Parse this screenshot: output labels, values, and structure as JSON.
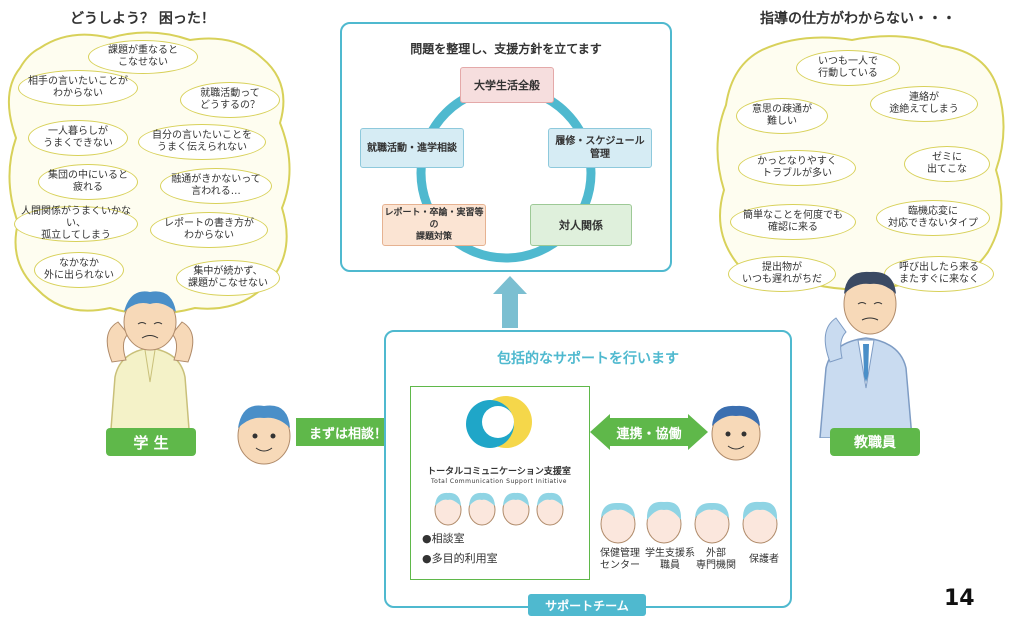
{
  "student_panel": {
    "heading": "どうしよう？ 困った！",
    "bubbles": [
      "課題が重なると\nこなせない",
      "相手の言いたいことが\nわからない",
      "就職活動って\nどうするの？",
      "一人暮らしが\nうまくできない",
      "自分の言いたいことを\nうまく伝えられない",
      "集団の中にいると\n疲れる",
      "融通がきかないって\n言われる…",
      "人間関係がうまくいかない、\n孤立してしまう",
      "レポートの書き方が\nわからない",
      "なかなか\n外に出られない",
      "集中が続かず、\n課題がこなせない"
    ],
    "label": "学 生"
  },
  "staff_panel": {
    "heading": "指導の仕方がわからない・・・",
    "bubbles": [
      "いつも一人で\n行動している",
      "意思の疎通が\n難しい",
      "連絡が\n途絶えてしまう",
      "かっとなりやすく\nトラブルが多い",
      "ゼミに\n出てこな",
      "簡単なことを何度でも\n確認に来る",
      "臨機応変に\n対応できないタイプ",
      "提出物が\nいつも遅れがちだ",
      "呼び出したら来る\nまたすぐに来なく"
    ],
    "label": "教職員"
  },
  "policy_box": {
    "title": "問題を整理し、支援方針を立てます",
    "nodes": {
      "top": "大学生活全般",
      "right": "履修・スケジュール\n管理",
      "left": "就職活動・進学相談",
      "bottom_left": "レポート・卒論・実習等の\n課題対策",
      "bottom_right": "対人関係"
    }
  },
  "support_box": {
    "title": "包括的なサポートを行います",
    "center_name": "トータルコミュニケーション支援室",
    "center_name_en": "Total Communication Support Initiative",
    "rooms": [
      "●相談室",
      "●多目的利用室"
    ],
    "coop_label": "連携・協働",
    "members": [
      "保健管理\nセンター",
      "学生支援系\n職員",
      "外部\n専門機関",
      "保護者"
    ],
    "team_label": "サポートチーム"
  },
  "consult_label": "まずは相談！",
  "page_number": "14",
  "colors": {
    "teal": "#4fb9cf",
    "green": "#5fb84a",
    "yellow_outline": "#d8d15a",
    "cycle_pink": "#f6dede",
    "cycle_blue": "#d6ecf4",
    "cycle_green": "#dff0dc",
    "cycle_orange": "#fbe4d3"
  }
}
